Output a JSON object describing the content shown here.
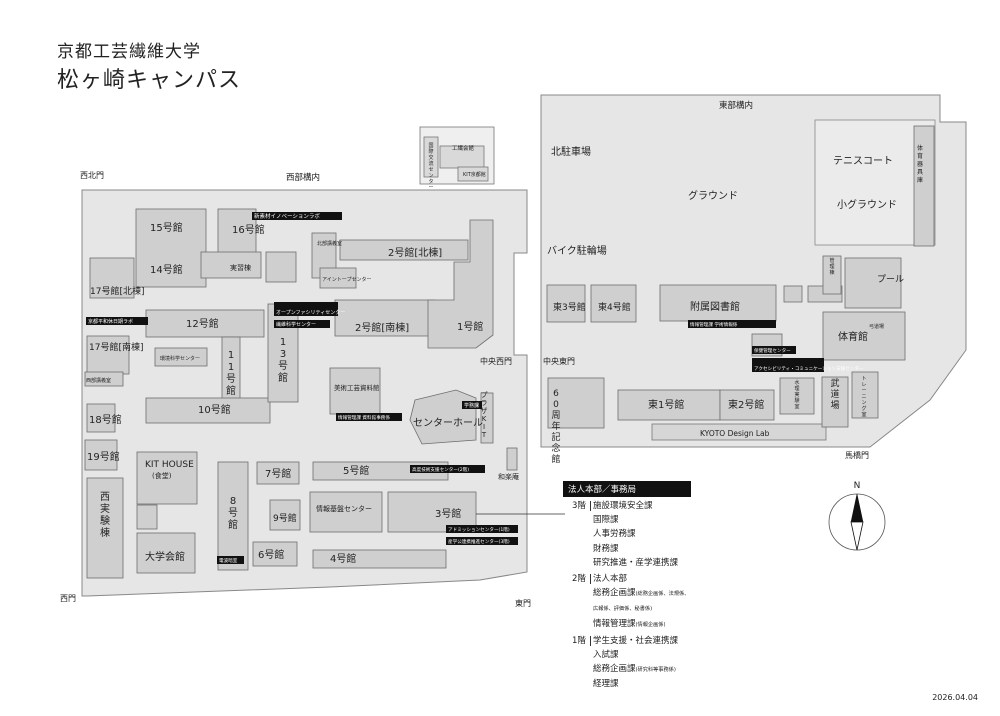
{
  "title": {
    "line1": "京都工芸繊維大学",
    "line2": "松ヶ崎キャンパス"
  },
  "date": "2026.04.04",
  "map_labels": {
    "areas": {
      "east_premises": "東部構内",
      "west_premises": "西部構内",
      "north_parking": "北駐車場",
      "ground": "グラウンド",
      "bike_parking": "バイク駐輪場",
      "tennis": "テニスコート",
      "small_ground": "小グラウンド",
      "pool": "プール"
    },
    "gates": {
      "northwest": "西北門",
      "west": "西門",
      "east": "東門",
      "central_west": "中央西門",
      "central_east": "中央東門",
      "umahashi": "馬橋門"
    },
    "buildings": {
      "b15": "15号館",
      "b16": "16号館",
      "b14": "14号館",
      "jisshu": "実習棟",
      "b17n": "17号館[北棟]",
      "b17s": "17号館[南棟]",
      "b12": "12号館",
      "b2n": "2号館[北棟]",
      "b2s": "2号館[南棟]",
      "b1": "1号館",
      "b13": "13号館",
      "b11": "11号館",
      "b10": "10号館",
      "b18": "18号館",
      "b19": "19号館",
      "kithouse": "KIT HOUSE",
      "kithouse_sub": "(食堂)",
      "nishi_jikken": "西実験棟",
      "daigaku_kaikan": "大学会館",
      "b8": "8号館",
      "b7": "7号館",
      "b6": "6号館",
      "b9": "9号館",
      "b5": "5号館",
      "b4": "4号館",
      "b3": "3号館",
      "joho_kiban": "情報基盤センター",
      "center_hall": "センターホール",
      "bijutsu": "美術工芸資料館",
      "plaza": "プラザKIT",
      "e3": "東3号館",
      "e4": "東4号館",
      "library": "附属図書館",
      "taiikukan": "体育館",
      "e1": "東1号館",
      "e2": "東2号館",
      "kinenkan": "60周年記念館",
      "budojo": "武道場",
      "kyoto_design_lab": "KYOTO Design Lab",
      "waraku": "和楽庵",
      "kogei_kaikan": "工繊会館",
      "kokusai": "国際交流センター",
      "kit_kyoto": "KIT京都館",
      "hokubu": "北部講義室",
      "arai": "アイントープセンター",
      "taiiku_dougu": "体育器具庫",
      "kanri": "管理棟",
      "mizu": "水理実験室",
      "kyudojo": "弓道場",
      "training": "トレーニング室",
      "kanko": "環境科学センター",
      "nishi_kougi": "西部講義室",
      "kyumin": "電波暗室"
    },
    "black_labels": {
      "shinsozai": "新素材イノベーションラボ",
      "open_facility": "オープンファシリティセンター",
      "seni_kagaku": "繊維科学センター",
      "kyoto_hanji": "京都平和休日期ラボ",
      "gakumuka": "学務課",
      "joho_kanri": "情報管理課 資料館事務係",
      "kodo_gijutsu": "高度技術支援センター(2階)",
      "admission": "アドミッションセンター(1階)",
      "sangaku": "産学公連携推進センター(3階)",
      "denpa": "電波暗室",
      "library_sub": "情報管理課 学術情報係",
      "hoken": "保健管理センター",
      "accessibility": "アクセシビリティ・コミュニケーション支援センター"
    }
  },
  "office_panel": {
    "heading": "法人本部／事務局",
    "floors": [
      {
        "floor": "3階",
        "items": [
          {
            "name": "施設環境安全課"
          },
          {
            "name": "国際課"
          },
          {
            "name": "人事労務課"
          },
          {
            "name": "財務課"
          },
          {
            "name": "研究推進・産学連携課"
          }
        ]
      },
      {
        "floor": "2階",
        "items": [
          {
            "name": "法人本部"
          },
          {
            "name": "総務企画課",
            "sub": "(総務企画係、法規係、広報係、評価係、秘書係)"
          },
          {
            "name": "情報管理課",
            "sub": "(情報企画係)"
          }
        ]
      },
      {
        "floor": "1階",
        "items": [
          {
            "name": "学生支援・社会連携課"
          },
          {
            "name": "入試課"
          },
          {
            "name": "総務企画課",
            "sub": "(研究科等事務係)"
          },
          {
            "name": "経理課"
          }
        ]
      }
    ]
  },
  "compass_label": "N",
  "colors": {
    "ground": "#e6e6e6",
    "building": "#cfcfcf",
    "outline": "#6d6d6d",
    "black": "#111111",
    "white": "#ffffff"
  }
}
